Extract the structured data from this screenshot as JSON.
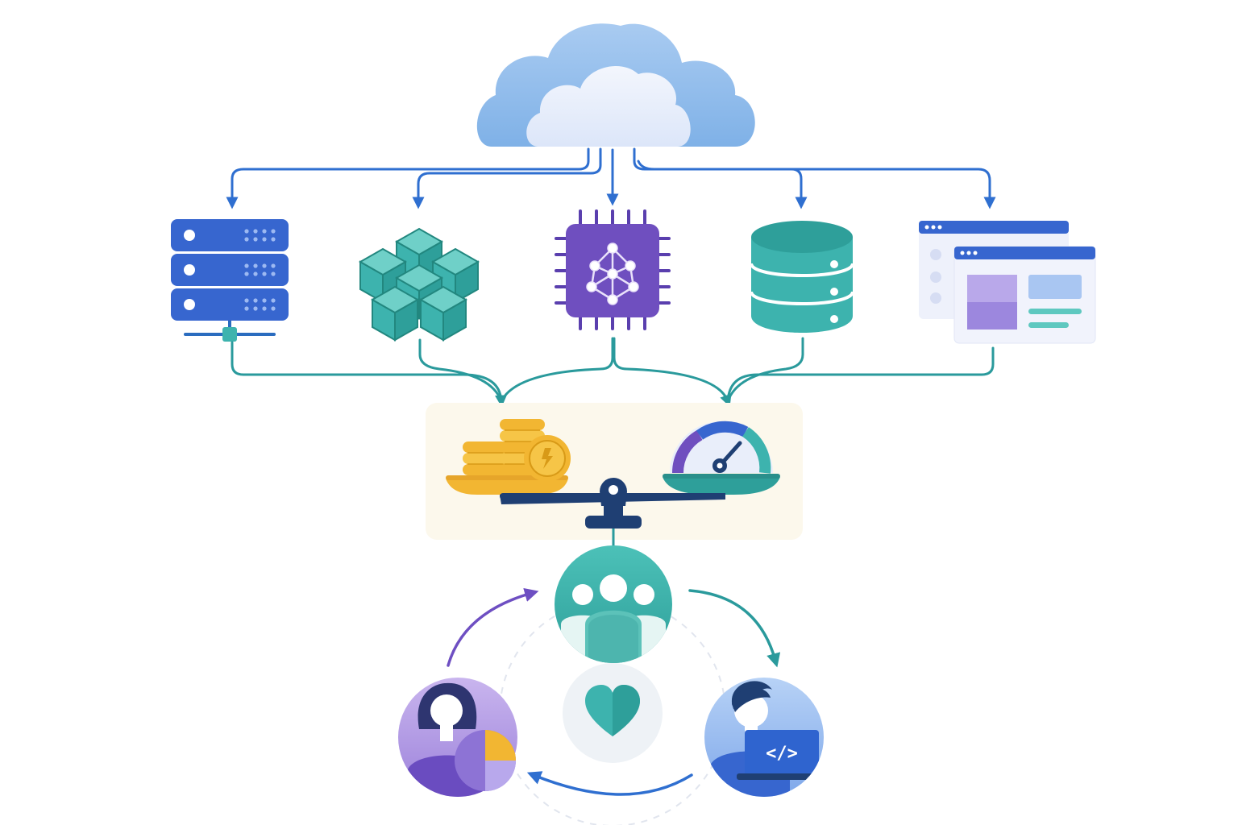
{
  "colors": {
    "cloud_outer": "#8EBDEB",
    "cloud_inner": "#E6EEFB",
    "arrow_blue": "#2F6FD0",
    "arrow_teal": "#2A9A9C",
    "arrow_purple": "#6E4FC2",
    "server_blue": "#3766CF",
    "teal": "#3DB3AE",
    "teal_dark": "#22877F",
    "purple": "#6F4FBF",
    "gold": "#F2B632",
    "gold_dark": "#D89A17",
    "navy": "#1F3F73",
    "panel_bg": "#FCF8EC",
    "heart": "#3DB3AE"
  },
  "icons": [
    {
      "id": "cloud",
      "icon": "cloud-icon"
    },
    {
      "id": "servers",
      "icon": "server-rack-icon"
    },
    {
      "id": "containers",
      "icon": "cubes-icon"
    },
    {
      "id": "ai_chip",
      "icon": "ai-chip-icon"
    },
    {
      "id": "database",
      "icon": "database-icon"
    },
    {
      "id": "web_apps",
      "icon": "browser-windows-icon"
    },
    {
      "id": "cost",
      "icon": "coins-icon"
    },
    {
      "id": "performance",
      "icon": "speedometer-icon"
    },
    {
      "id": "balance",
      "icon": "balance-scale-icon"
    },
    {
      "id": "team",
      "icon": "team-icon"
    },
    {
      "id": "analyst",
      "icon": "analyst-person-icon"
    },
    {
      "id": "developer",
      "icon": "developer-person-icon"
    },
    {
      "id": "collaboration",
      "icon": "heart-icon"
    }
  ]
}
